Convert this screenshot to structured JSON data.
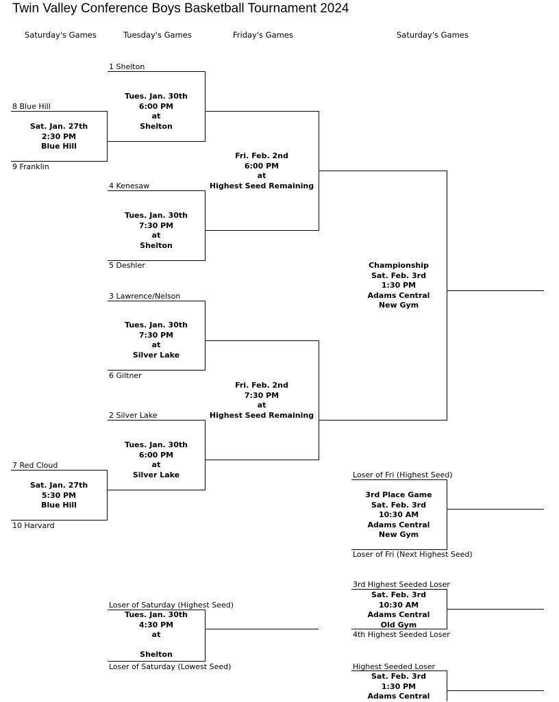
{
  "title": "Twin Valley Conference Boys Basketball Tournament 2024",
  "columns": [
    "Saturday's Games",
    "Tuesday's Games",
    "Friday's Games",
    "Saturday's Games"
  ],
  "teams": {
    "shelton": "1 Shelton",
    "blue_hill": "8 Blue Hill",
    "franklin": "9 Franklin",
    "kenesaw": "4 Kenesaw",
    "deshler": "5 Deshler",
    "lawrence_nelson": "3 Lawrence/Nelson",
    "giltner": "6 Giltner",
    "silver_lake": "2 Silver Lake",
    "red_cloud": "7 Red Cloud",
    "harvard": "10 Harvard",
    "loser_fri_high": "Loser of Fri (Highest Seed)",
    "loser_fri_next": "Loser of Fri (Next Highest Seed)",
    "third_loser": "3rd Highest Seeded Loser",
    "fourth_loser": "4th Highest Seeded Loser",
    "loser_sat_high": "Loser of Saturday (Highest Seed)",
    "loser_sat_low": "Loser of Saturday (Lowest Seed)",
    "highest_loser": "Highest Seeded Loser"
  },
  "games": {
    "sat1": [
      "Sat. Jan. 27th",
      "2:30 PM",
      "Blue Hill"
    ],
    "sat2": [
      "Sat. Jan. 27th",
      "5:30 PM",
      "Blue Hill"
    ],
    "tue1": [
      "Tues. Jan. 30th",
      "6:00 PM",
      "at",
      "Shelton"
    ],
    "tue2": [
      "Tues. Jan. 30th",
      "7:30 PM",
      "at",
      "Shelton"
    ],
    "tue3": [
      "Tues. Jan. 30th",
      "7:30 PM",
      "at",
      "Silver Lake"
    ],
    "tue4": [
      "Tues. Jan. 30th",
      "6:00 PM",
      "at",
      "Silver Lake"
    ],
    "fri1": [
      "Fri. Feb. 2nd",
      "6:00 PM",
      "at",
      "Highest Seed Remaining"
    ],
    "fri2": [
      "Fri. Feb. 2nd",
      "7:30 PM",
      "at",
      "Highest Seed Remaining"
    ],
    "champ": [
      "Championship",
      "Sat. Feb. 3rd",
      "1:30 PM",
      "Adams Central",
      "New Gym"
    ],
    "third": [
      "3rd Place Game",
      "Sat. Feb. 3rd",
      "10:30 AM",
      "Adams Central",
      "New Gym"
    ],
    "consol": [
      "Sat. Feb. 3rd",
      "10:30 AM",
      "Adams Central",
      "Old Gym"
    ],
    "loser_tue": [
      "Tues. Jan. 30th",
      "4:30 PM",
      "at",
      "",
      "Shelton"
    ],
    "last": [
      "Sat. Feb. 3rd",
      "1:30 PM",
      "Adams Central"
    ]
  }
}
